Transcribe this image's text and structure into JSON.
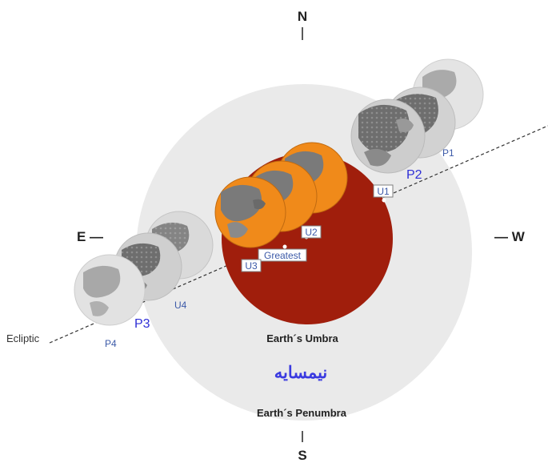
{
  "compass": {
    "north": "N",
    "south": "S",
    "east": "E —",
    "west": "— W"
  },
  "labels": {
    "umbra": "Earth´s Umbra",
    "penumbra_fa": "نیمسایه",
    "penumbra": "Earth´s Penumbra",
    "ecliptic": "Ecliptic"
  },
  "contacts": {
    "p1": "P1",
    "p2": "P2",
    "p3": "P3",
    "p4": "P4",
    "u1": "U1",
    "u2": "U2",
    "u3": "U3",
    "u4": "U4",
    "greatest": "Greatest"
  },
  "colors": {
    "penumbra_disc": "#eaeaea",
    "umbra_disc": "#a01e0c",
    "moon_eclipsed": "#f08a1a",
    "moon_full": "#dcdcdc",
    "moon_dark": "#777777",
    "contact_blue": "#2f2fd6",
    "contact_small": "#3c5aa8",
    "persian_label": "#3a3ae0"
  }
}
